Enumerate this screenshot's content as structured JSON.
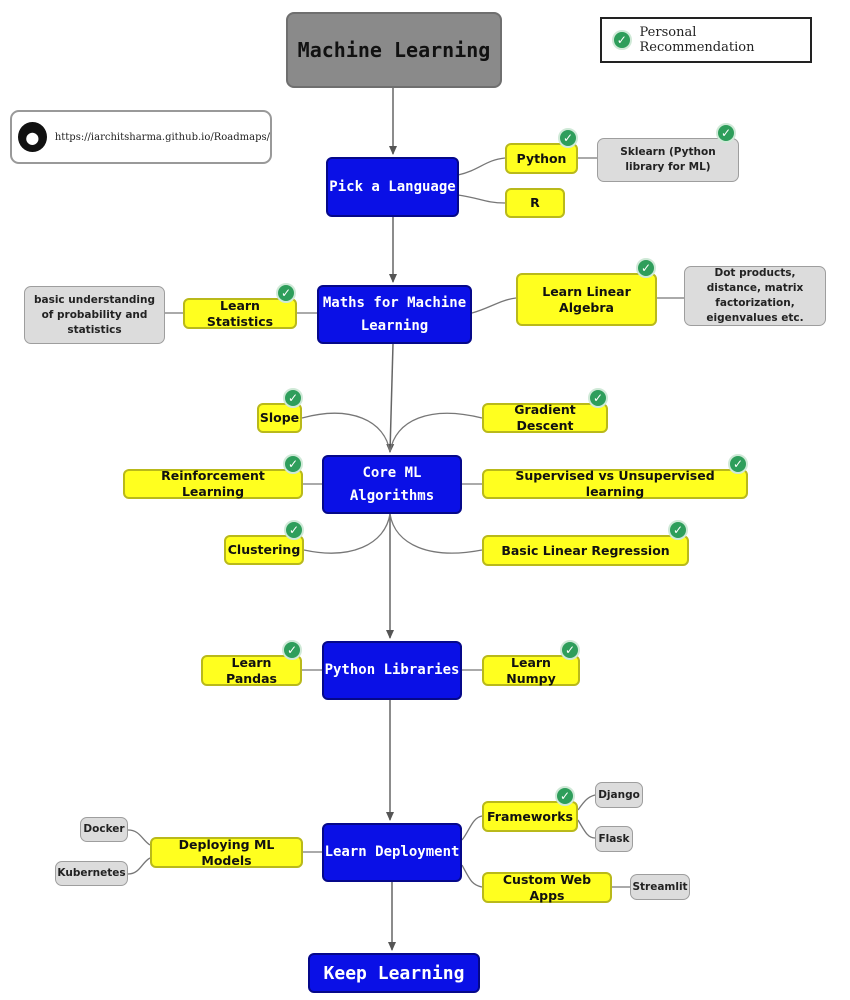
{
  "legend": {
    "label": "Personal Recommendation",
    "icon": "checkmark-icon"
  },
  "source_link": {
    "url": "https://iarchitsharma.github.io/Roadmaps/",
    "icon": "github-icon"
  },
  "nodes": {
    "title": "Machine Learning",
    "pick_language": "Pick a Language",
    "python": "Python",
    "r": "R",
    "sklearn": "Sklearn (Python library for ML)",
    "maths": "Maths for Machine Learning",
    "learn_statistics": "Learn Statistics",
    "statistics_note": "basic understanding of probability and statistics",
    "linear_algebra": "Learn Linear Algebra",
    "linear_algebra_note": "Dot products, distance, matrix factorization, eigenvalues etc.",
    "slope": "Slope",
    "gradient_descent": "Gradient Descent",
    "core_ml": "Core ML Algorithms",
    "reinforcement": "Reinforcement Learning",
    "supervised": "Supervised vs Unsupervised learning",
    "clustering": "Clustering",
    "linear_regression": "Basic Linear Regression",
    "python_libraries": "Python Libraries",
    "pandas": "Learn Pandas",
    "numpy": "Learn Numpy",
    "deployment": "Learn Deployment",
    "deploying_models": "Deploying ML Models",
    "docker": "Docker",
    "kubernetes": "Kubernetes",
    "frameworks": "Frameworks",
    "django": "Django",
    "flask": "Flask",
    "custom_web_apps": "Custom Web Apps",
    "streamlit": "Streamlit",
    "keep_learning": "Keep Learning"
  },
  "recommended": [
    "python",
    "sklearn",
    "learn_statistics",
    "linear_algebra",
    "slope",
    "gradient_descent",
    "reinforcement",
    "supervised",
    "clustering",
    "linear_regression",
    "pandas",
    "numpy",
    "frameworks"
  ],
  "colors": {
    "main": "#0a10e6",
    "topic": "#ffff1f",
    "note": "#dcdcdc",
    "title": "#8a8a8a",
    "check": "#2e9e5b"
  }
}
